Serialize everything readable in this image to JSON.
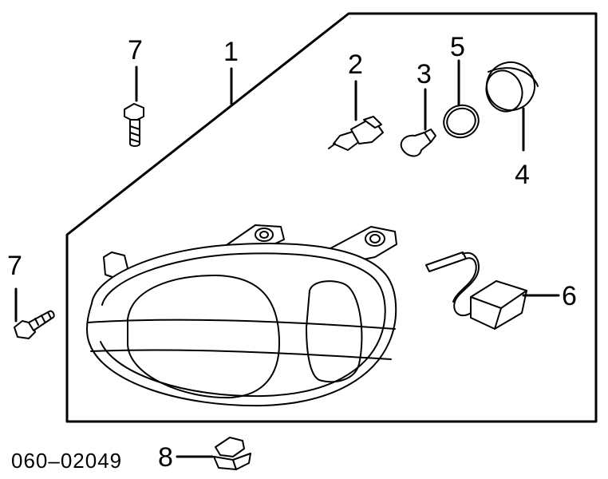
{
  "diagram": {
    "code": "060–02049",
    "callouts": {
      "c1": "1",
      "c2": "2",
      "c3": "3",
      "c4": "4",
      "c5": "5",
      "c6": "6",
      "c7a": "7",
      "c7b": "7",
      "c8": "8"
    }
  }
}
